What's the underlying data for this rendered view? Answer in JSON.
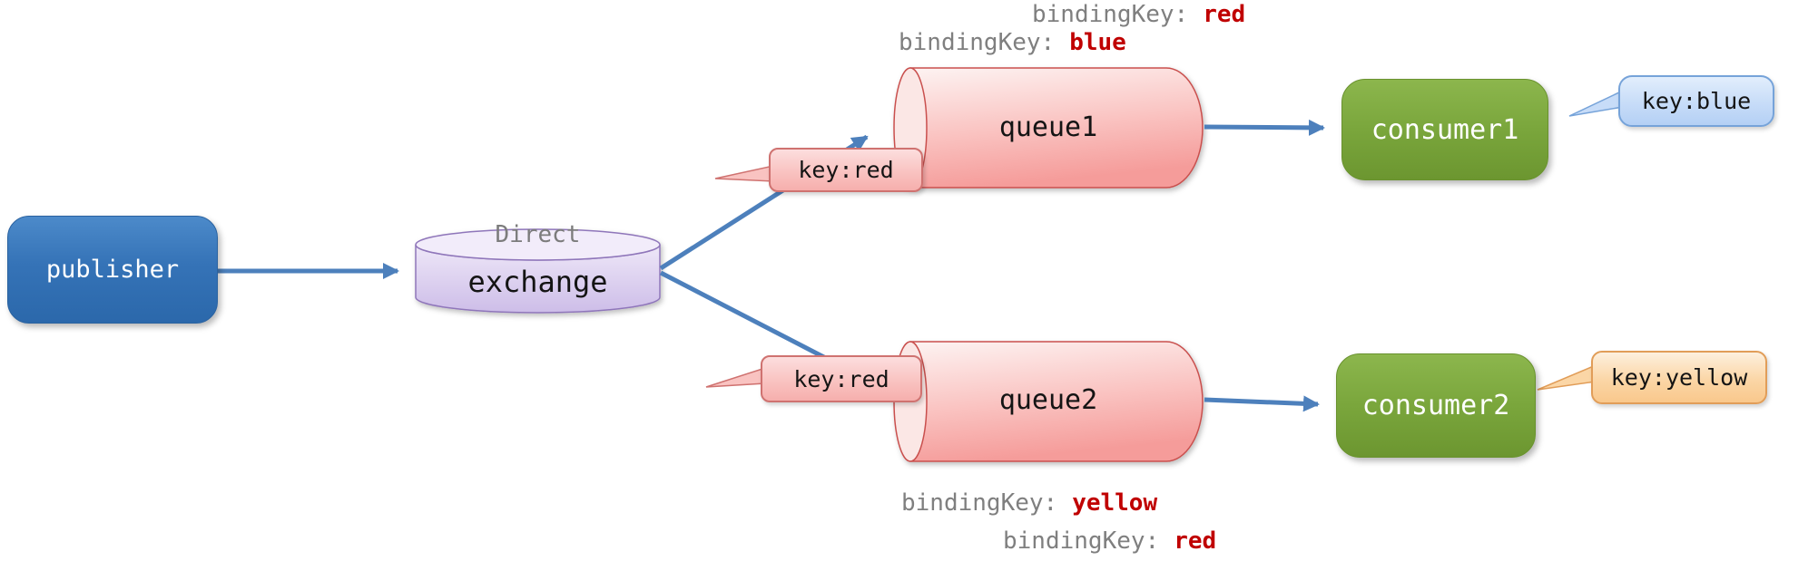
{
  "diagram": {
    "publisher": {
      "label": "publisher"
    },
    "exchange": {
      "type": "Direct",
      "label": "exchange"
    },
    "queue1": {
      "label": "queue1"
    },
    "queue2": {
      "label": "queue2"
    },
    "consumer1": {
      "label": "consumer1"
    },
    "consumer2": {
      "label": "consumer2"
    },
    "routing_key_bubbles": {
      "to_queue1": {
        "label": "key:red"
      },
      "to_queue2": {
        "label": "key:red"
      },
      "consumer1": {
        "label": "key:blue"
      },
      "consumer2": {
        "label": "key:yellow"
      }
    },
    "bindings": {
      "queue1": [
        {
          "prefix": "bindingKey:",
          "value": "red"
        },
        {
          "prefix": "bindingKey:",
          "value": "blue"
        }
      ],
      "queue2": [
        {
          "prefix": "bindingKey:",
          "value": "yellow"
        },
        {
          "prefix": "bindingKey:",
          "value": "red"
        }
      ]
    },
    "colors": {
      "publisher_blue": "#2f6fb3",
      "exchange_purple": "#d5c6ec",
      "queue_pink": "#f59c9a",
      "consumer_green": "#7aa43c",
      "arrow_blue": "#4d80bc",
      "binding_value_red": "#c00000",
      "bubble_red": "#f8b9b7",
      "bubble_blue": "#bcd7f7",
      "bubble_yellow": "#fac992"
    }
  }
}
